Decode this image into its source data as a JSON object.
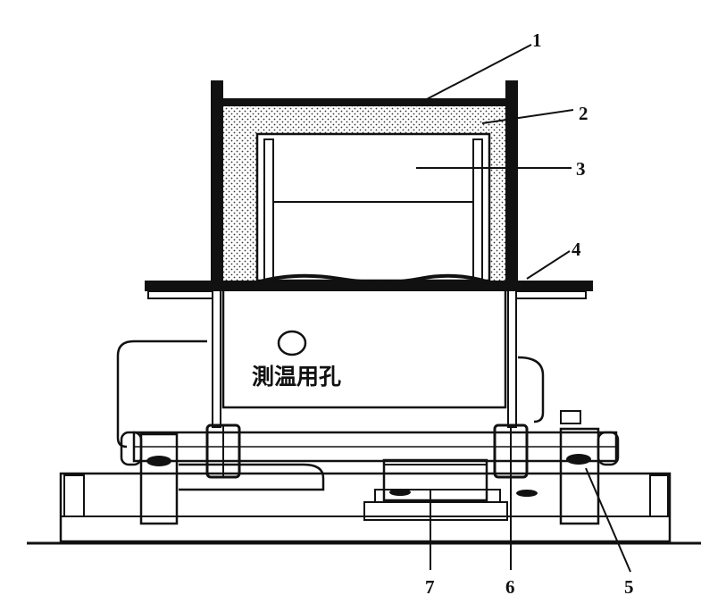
{
  "diagram": {
    "part_labels": [
      "1",
      "2",
      "3",
      "4",
      "5",
      "6",
      "7"
    ],
    "hole_caption": "測温用孔"
  }
}
